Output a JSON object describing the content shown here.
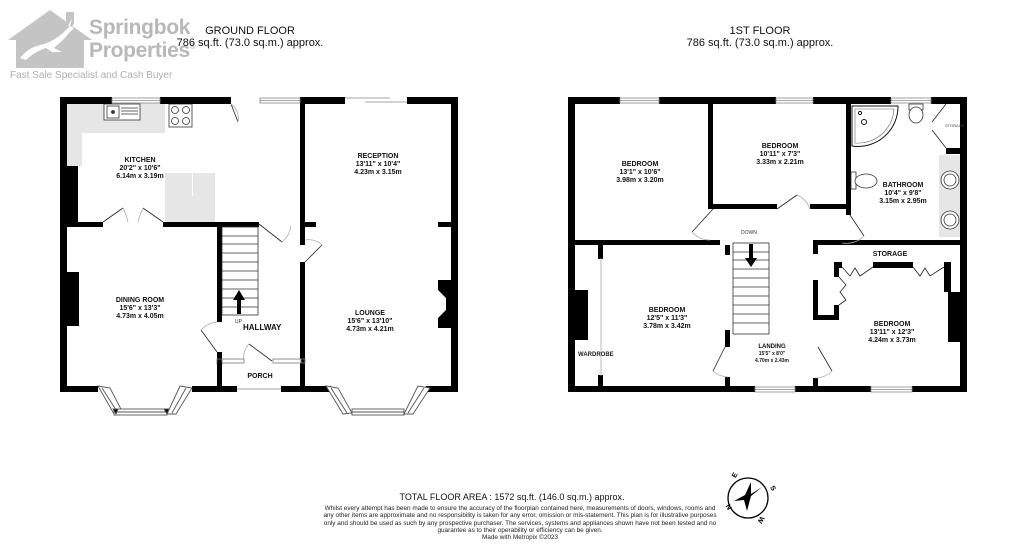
{
  "brand": {
    "name_line1": "Springbok",
    "name_line2": "Properties",
    "registered": "®",
    "tagline": "Fast Sale Specialist and Cash Buyer",
    "logo_icon": "house-with-springbok-icon",
    "logo_color": "#b8b8b8"
  },
  "ground_floor": {
    "title": "GROUND FLOOR",
    "area": "786 sq.ft. (73.0 sq.m.) approx.",
    "rooms": {
      "kitchen": {
        "name": "KITCHEN",
        "imperial": "20'2\"  x 10'6\"",
        "metric": "6.14m  x 3.19m"
      },
      "reception": {
        "name": "RECEPTION",
        "imperial": "13'11\"  x 10'4\"",
        "metric": "4.23m  x 3.15m"
      },
      "dining_room": {
        "name": "DINING ROOM",
        "imperial": "15'6\"  x 13'3\"",
        "metric": "4.73m  x 4.05m"
      },
      "lounge": {
        "name": "LOUNGE",
        "imperial": "15'6\"  x 13'10\"",
        "metric": "4.73m  x 4.21m"
      },
      "hallway": {
        "name": "HALLWAY",
        "stair_label": "UP"
      },
      "porch": {
        "name": "PORCH"
      }
    }
  },
  "first_floor": {
    "title": "1ST FLOOR",
    "area": "786 sq.ft. (73.0 sq.m.) approx.",
    "rooms": {
      "bedroom1": {
        "name": "BEDROOM",
        "imperial": "13'1\"  x 10'6\"",
        "metric": "3.98m  x 3.20m"
      },
      "bedroom2": {
        "name": "BEDROOM",
        "imperial": "10'11\"  x 7'3\"",
        "metric": "3.33m  x 2.21m"
      },
      "bathroom": {
        "name": "BATHROOM",
        "imperial": "10'4\"  x 9'8\"",
        "metric": "3.15m  x 2.95m",
        "storage_label": "STORAGE"
      },
      "bedroom3": {
        "name": "BEDROOM",
        "imperial": "12'5\"  x 11'3\"",
        "metric": "3.78m  x 3.42m",
        "wardrobe_label": "WARDROBE"
      },
      "landing": {
        "name": "LANDING",
        "imperial": "15'5\"  x 8'0\"",
        "metric": "4.70m  x 2.43m",
        "stair_label": "DOWN"
      },
      "bedroom4": {
        "name": "BEDROOM",
        "imperial": "13'11\"  x 12'3\"",
        "metric": "4.24m  x 3.73m",
        "storage_label": "STORAGE"
      }
    }
  },
  "footer": {
    "total_area": "TOTAL FLOOR AREA : 1572 sq.ft. (146.0 sq.m.) approx.",
    "disclaimer": "Whilst every attempt has been made to ensure the accuracy of the floorplan contained here, measurements of doors, windows, rooms and any other items are approximate and no responsibility is taken for any error, omission or mis-statement. This plan is for illustrative purposes only and should be used as such by any prospective purchaser. The services, systems and appliances shown have not been tested and no guarantee as to their operability or efficiency can be given.",
    "credit": "Made with Metropix ©2023"
  },
  "compass": {
    "icon": "compass-rose-icon",
    "labels": {
      "n": "N",
      "s": "S",
      "e": "E",
      "w": "W"
    }
  },
  "colors": {
    "wall": "#000000",
    "fixture_fill": "#e6e6e6",
    "window": "#9a9a9a"
  }
}
